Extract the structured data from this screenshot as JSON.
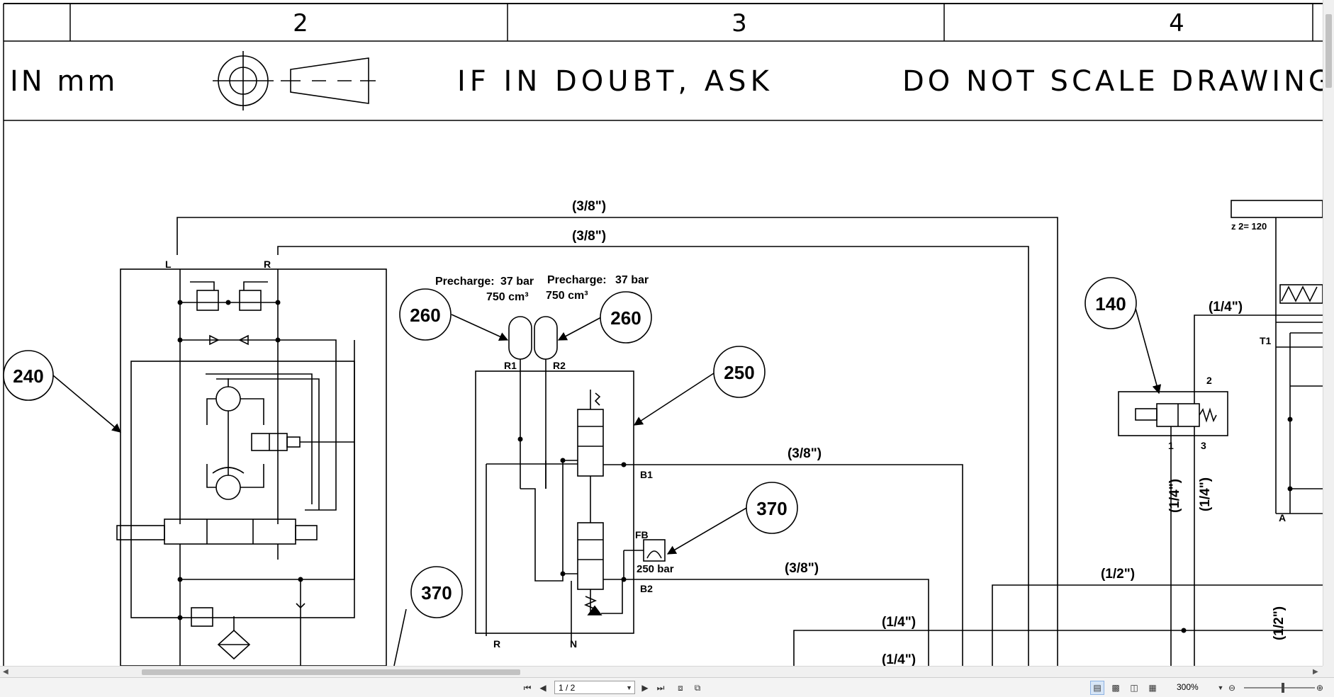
{
  "title_block": {
    "zone_numbers": [
      "2",
      "3",
      "4"
    ],
    "units_text": "IN mm",
    "doubt_text": "IF IN DOUBT, ASK",
    "scale_text": "DO NOT SCALE DRAWING"
  },
  "schematic": {
    "callouts": [
      "240",
      "260",
      "260",
      "250",
      "370",
      "370",
      "140"
    ],
    "precharge_label": "Precharge:",
    "precharge_value": "37 bar",
    "accumulator_volume": "750 cm³",
    "pressure_250": "250 bar",
    "gear_ratio": "z 2= 120",
    "pipe_3_8": "(3/8\")",
    "pipe_1_4": "(1/4\")",
    "pipe_1_2": "(1/2\")",
    "ports": {
      "L": "L",
      "R": "R",
      "R1": "R1",
      "R2": "R2",
      "B1": "B1",
      "B2": "B2",
      "FB": "FB",
      "N": "N",
      "T1": "T1",
      "A": "A",
      "p1": "1",
      "p2": "2",
      "p3": "3"
    }
  },
  "status_bar": {
    "page_indicator": "1 / 2",
    "zoom": "300%"
  },
  "icons": [
    "first-page-icon",
    "prev-page-icon",
    "next-page-icon",
    "last-page-icon",
    "prev-view-icon",
    "next-view-icon",
    "single-page-icon",
    "continuous-icon",
    "two-page-icon",
    "book-view-icon",
    "zoom-out-icon",
    "zoom-in-icon"
  ]
}
